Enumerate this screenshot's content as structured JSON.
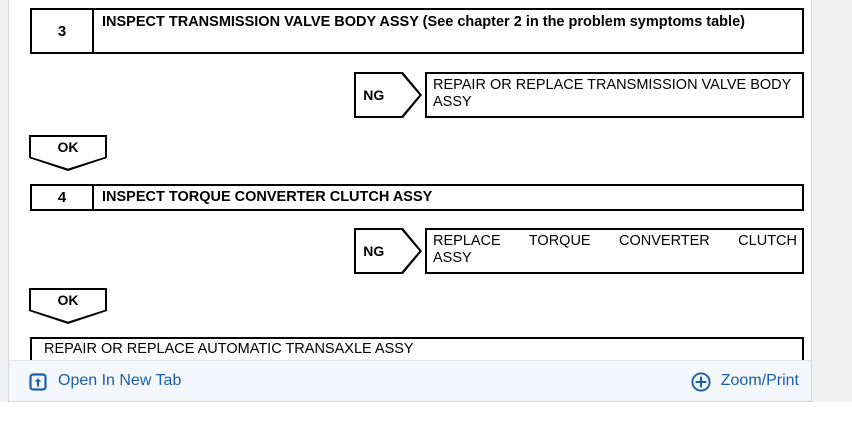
{
  "document": {
    "type": "diagnostic-flowchart",
    "steps": [
      {
        "number": "3",
        "title": "INSPECT TRANSMISSION VALVE BODY ASSY (See chapter 2 in the problem symptoms table)",
        "ng_label": "NG",
        "ng_result": "REPAIR OR REPLACE TRANSMISSION VALVE BODY ASSY",
        "ok_label": "OK"
      },
      {
        "number": "4",
        "title": "INSPECT TORQUE CONVERTER CLUTCH ASSY",
        "ng_label": "NG",
        "ng_result_line1": "REPLACE TORQUE CONVERTER CLUTCH",
        "ng_result_line2": "ASSY",
        "ok_label": "OK"
      }
    ],
    "final_box": "REPAIR OR REPLACE AUTOMATIC TRANSAXLE ASSY"
  },
  "toolbar": {
    "open_in_new_tab_label": "Open In New Tab",
    "open_in_new_tab_icon": "open-in-new-tab-icon",
    "zoom_print_label": "Zoom/Print",
    "zoom_print_icon": "plus-circle-icon"
  },
  "colors": {
    "link": "#1c5fab",
    "toolbar_bg": "#f4f7fb",
    "line": "#000000",
    "page_bg": "#ffffff",
    "gutter": "#f1f1f1"
  }
}
